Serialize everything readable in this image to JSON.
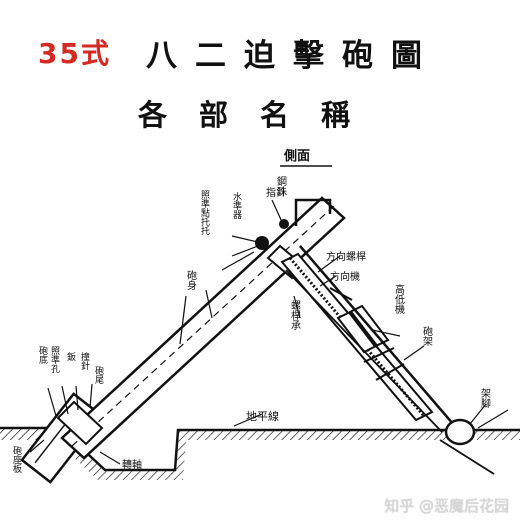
{
  "title": {
    "prefix": "35式",
    "main": "八二迫擊砲圖"
  },
  "subtitle": "各部名稱",
  "labels": {
    "side_view": "側面",
    "pointer": "指針",
    "base_ball_top": "鋼珠",
    "tray_group": "照準點托托",
    "level": "水準器",
    "barrel": "砲身",
    "direction_screw": "方向螺桿",
    "direction_machine": "方向機",
    "screw_arm": "螺桿承",
    "elevation_machine": "高低機",
    "legs": "砲架",
    "feet": "架腳",
    "ground_line": "地平線",
    "base_label_a": "砲底",
    "base_label_b": "照準孔",
    "base_label_c": "鈑",
    "base_label_d": "撞針",
    "base_plate": "砲座板",
    "breech": "砲尾",
    "pivot": "轉軸"
  },
  "watermark": "知乎 @恶魔后花园",
  "colors": {
    "accent_red": "#d42a24",
    "ink": "#111111"
  }
}
